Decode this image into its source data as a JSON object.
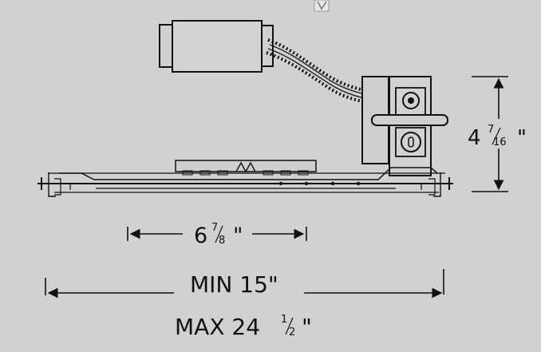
{
  "diagram": {
    "colors": {
      "background": "#d1d1d1",
      "line": "#111111",
      "fill": "#cfcfcf"
    },
    "dimensions": {
      "height": {
        "whole": "4",
        "num": "7",
        "den": "16",
        "unit": "\""
      },
      "bar": {
        "whole": "6",
        "num": "7",
        "den": "8",
        "unit": "\""
      },
      "min": "MIN 15\"",
      "max": {
        "prefix": "MAX 24",
        "num": "1",
        "den": "2",
        "unit": "\""
      }
    },
    "icons": [
      "transformer-box",
      "flex-conduit",
      "junction-box",
      "mounting-bar",
      "rail-clip"
    ]
  }
}
